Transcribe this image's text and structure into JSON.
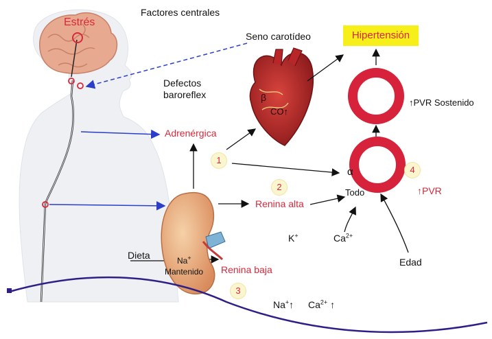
{
  "labels": {
    "factores_centrales": "Factores centrales",
    "estres": "Estrés",
    "seno_carotideo": "Seno carotídeo",
    "hipertension": "Hipertensión",
    "defectos": "Defectos",
    "baroreflex": "baroreflex",
    "pvr_sostenido": "PVR Sostenido",
    "adrenergica": "Adrenérgica",
    "beta": "β",
    "co": "CO",
    "alpha": "α",
    "todo": "Todo",
    "pvr": "PVR",
    "renina_alta": "Renina alta",
    "k": "K",
    "ca": "Ca",
    "dieta": "Dieta",
    "na_mantenido_na": "Na",
    "mantenido": "Mantenido",
    "renina_baja": "Renina baja",
    "edad": "Edad",
    "bottom_na": "Na",
    "bottom_ca": "Ca"
  },
  "superscripts": {
    "k_plus": "+",
    "ca_2plus": "2+",
    "na_plus": "+",
    "bottom_na_plus": "+",
    "bottom_ca_2plus": "2+"
  },
  "markers": {
    "up_arrow": "↑"
  },
  "numbers": {
    "n1": "1",
    "n2": "2",
    "n3": "3",
    "n4": "4"
  },
  "colors": {
    "accent_red": "#d8283a",
    "vessel_red": "#d6223a",
    "highlight_yellow": "#f6ef1a",
    "nerve_blue": "#2a3ec9",
    "bottom_curve": "#2e1f86",
    "skin": "#eef0f3",
    "brain": "#e7a98f",
    "kidney": "#eab389",
    "heart": "#b8262a"
  }
}
